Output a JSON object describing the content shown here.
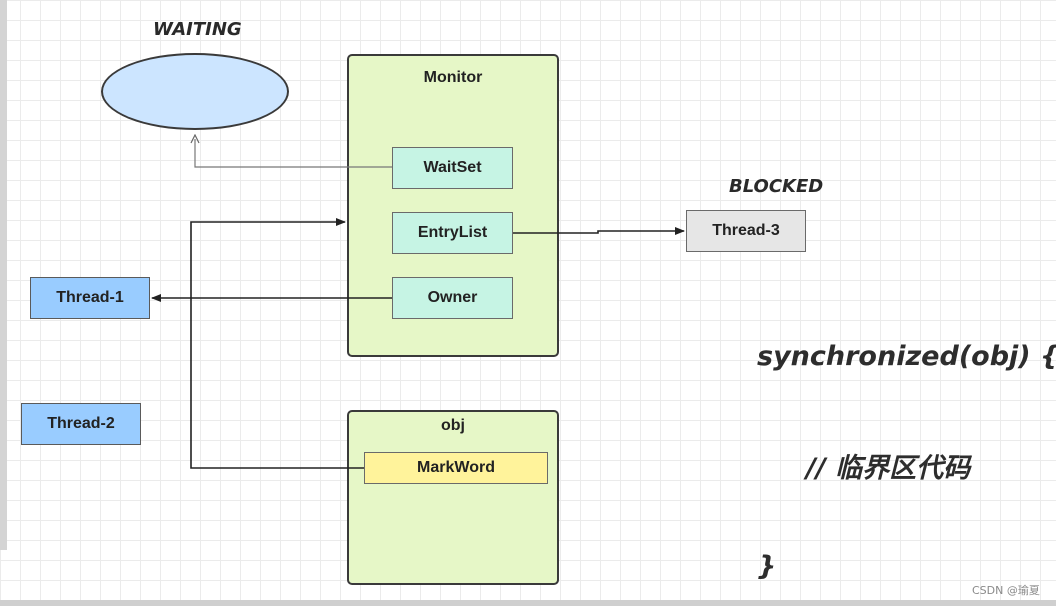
{
  "states": {
    "waiting": "WAITING",
    "blocked": "BLOCKED"
  },
  "monitor": {
    "title": "Monitor",
    "waitset": "WaitSet",
    "entrylist": "EntryList",
    "owner": "Owner"
  },
  "obj": {
    "title": "obj",
    "markword": "MarkWord"
  },
  "threads": {
    "thread1": "Thread-1",
    "thread2": "Thread-2",
    "thread3": "Thread-3"
  },
  "code": {
    "line1": "synchronized(obj) {",
    "line2": "// 临界区代码",
    "line3": "}"
  },
  "watermark": "CSDN @瑜夏",
  "colors": {
    "waiting_ellipse": "#cce5ff",
    "container_fill": "#e6f7c7",
    "inner_box_fill": "#c6f4e4",
    "markword_fill": "#fff39b",
    "thread_fill": "#99ccff",
    "blocked_thread_fill": "#e6e6e6"
  }
}
